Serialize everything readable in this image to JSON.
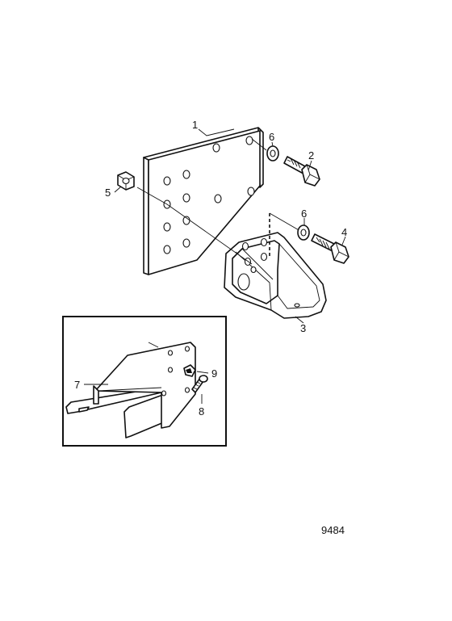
{
  "callouts": {
    "c1": "1",
    "c2": "2",
    "c3": "3",
    "c4": "4",
    "c5": "5",
    "c6a": "6",
    "c6b": "6",
    "c7": "7",
    "c8": "8",
    "c9": "9"
  },
  "reference_number": "9484",
  "colors": {
    "line": "#111111",
    "background": "#ffffff"
  }
}
